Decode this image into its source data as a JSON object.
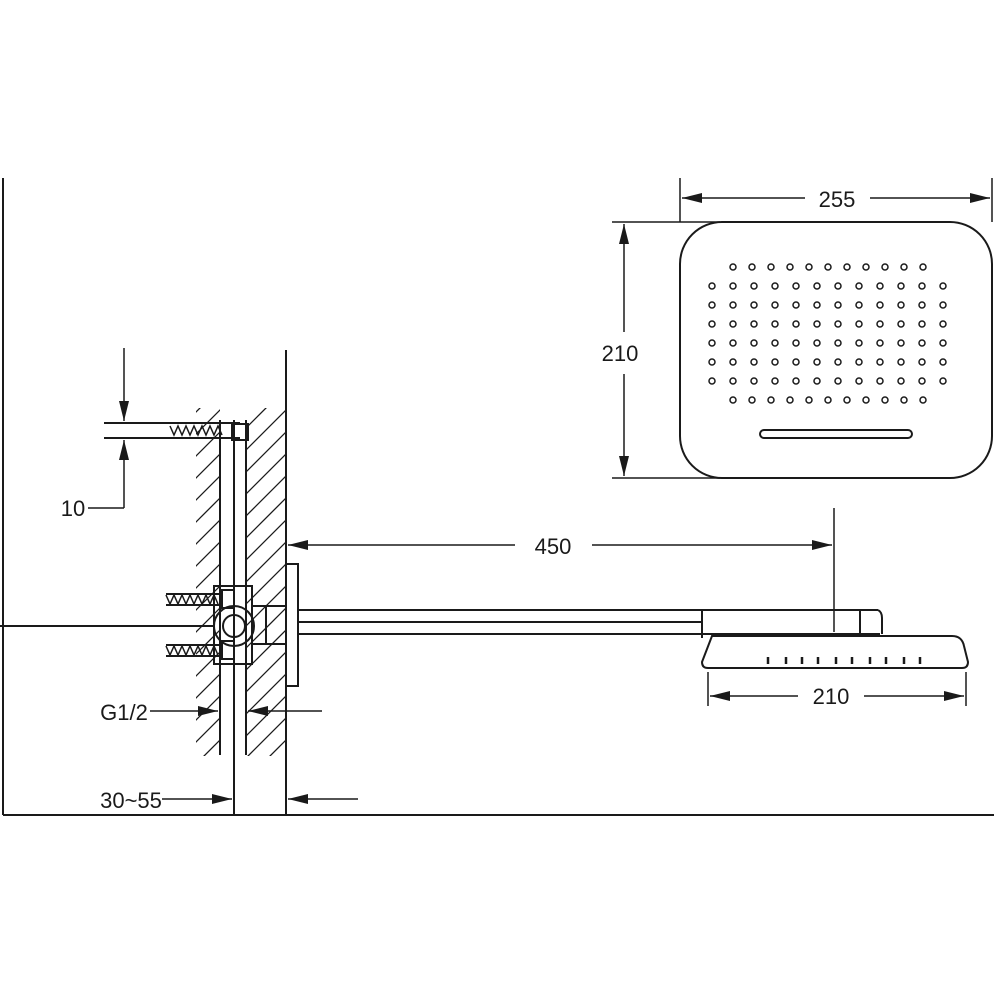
{
  "dimensions": {
    "head_width_top": "255",
    "head_depth": "210",
    "arm_length": "450",
    "head_width_side": "210",
    "anchor_spacing": "10",
    "inlet_thread": "G1/2",
    "wall_depth": "30~55"
  },
  "nozzle_grid": {
    "rows": 8,
    "cols": 12
  }
}
